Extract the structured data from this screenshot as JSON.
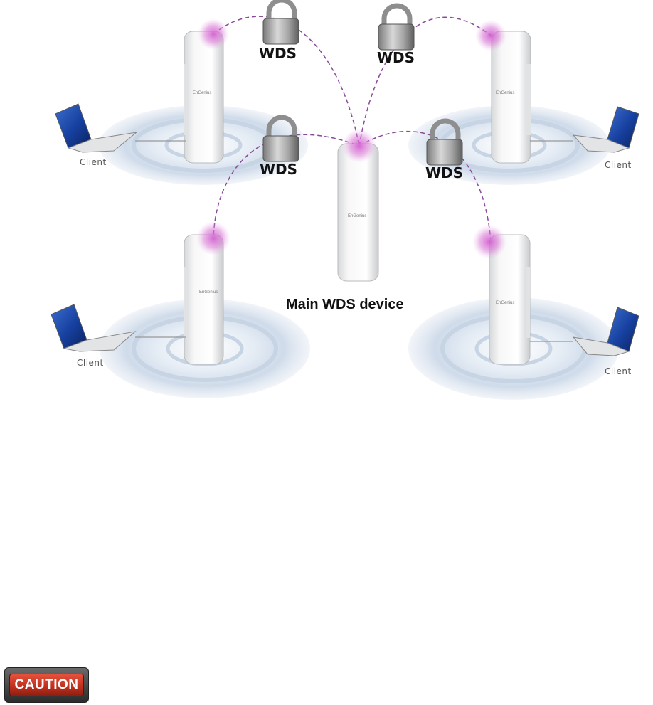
{
  "diagram": {
    "main_device_label": "Main WDS device",
    "link_label": "WDS",
    "client_label": "Client",
    "brand": "EnGenius",
    "link_color": "#8a4a9a",
    "glow_color": "#d35fd0"
  },
  "caution": {
    "label": "CAUTION",
    "color": "#c0321f"
  }
}
